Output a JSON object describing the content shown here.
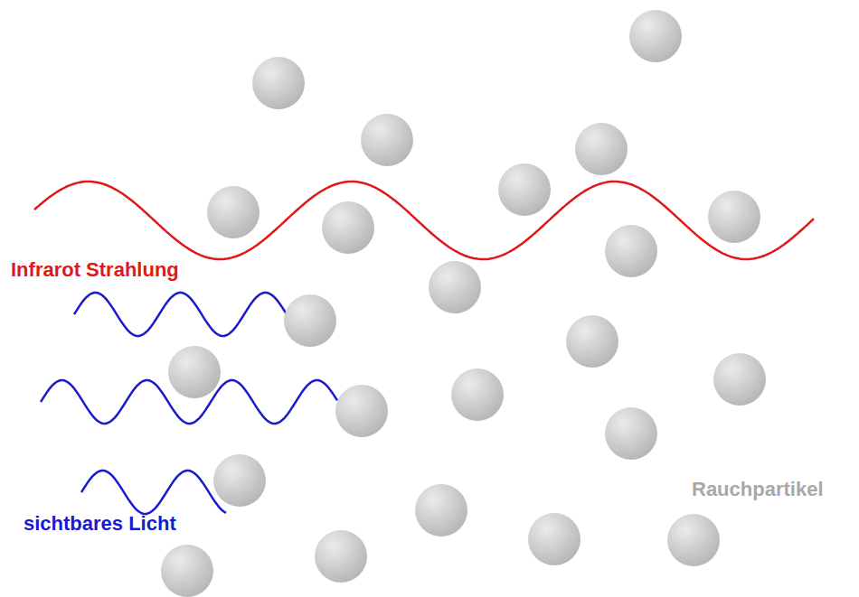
{
  "diagram": {
    "labels": [
      "Infrarot Strahlung",
      "sichtbares Licht",
      "Rauchpartikel"
    ]
  }
}
